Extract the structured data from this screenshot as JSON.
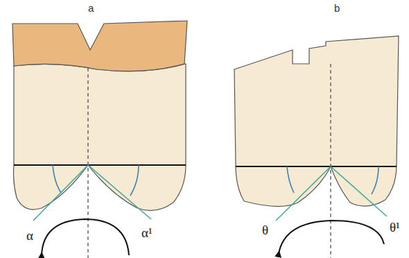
{
  "diagram": {
    "labels": [
      "a",
      "b",
      "α",
      "α¹",
      "θ",
      "θ¹"
    ]
  }
}
